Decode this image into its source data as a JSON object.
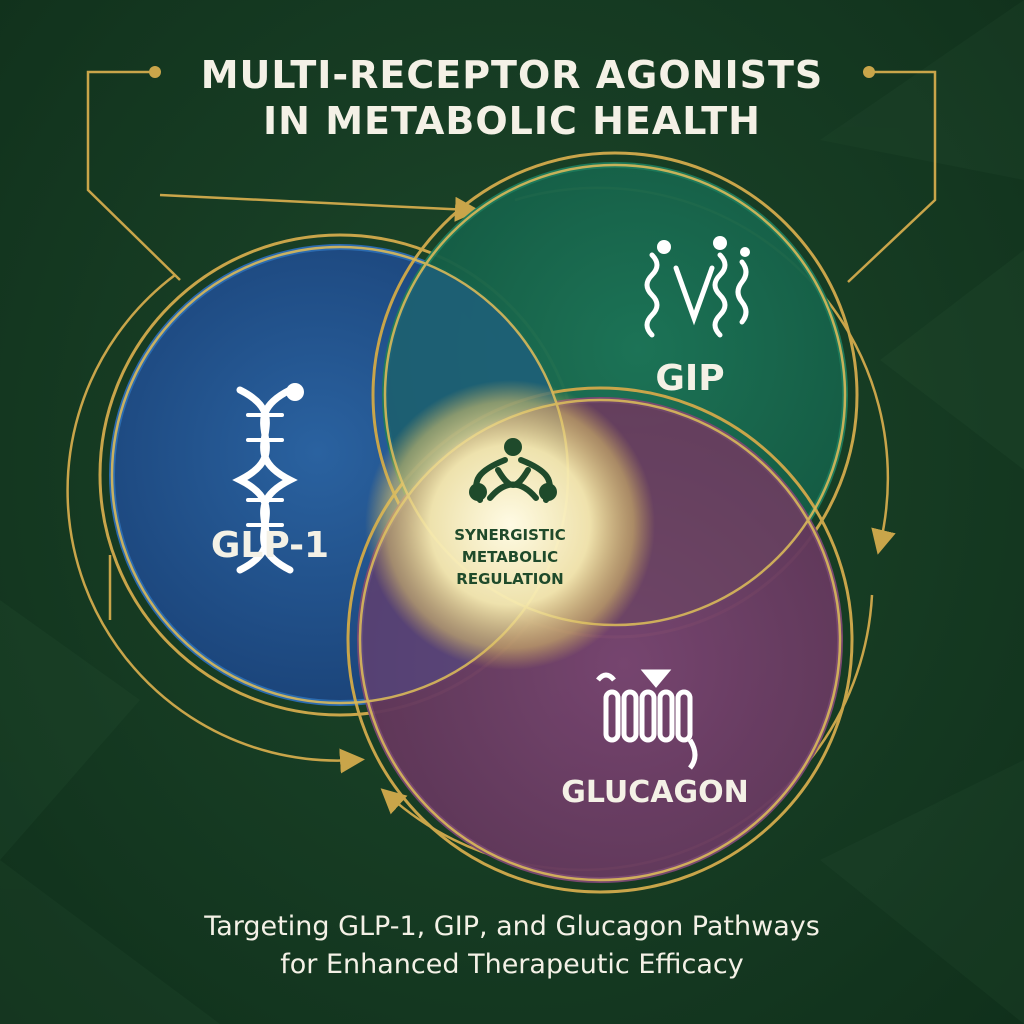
{
  "title": {
    "line1": "MULTI-RECEPTOR AGONISTS",
    "line2": "IN METABOLIC HEALTH"
  },
  "circles": [
    {
      "label": "GLP-1",
      "color": "#1f4f86",
      "icon": "dna-helix-icon"
    },
    {
      "label": "GIP",
      "color": "#16664d",
      "icon": "protein-structure-icon"
    },
    {
      "label": "GLUCAGON",
      "color": "#6e3f66",
      "icon": "receptor-helices-icon"
    }
  ],
  "center": {
    "line1": "SYNERGISTIC",
    "line2": "METABOLIC",
    "line3": "REGULATION",
    "icon": "triad-network-icon"
  },
  "subtitle": {
    "line1": "Targeting GLP-1, GIP, and Glucagon Pathways",
    "line2": "for Enhanced Therapeutic Efficacy"
  },
  "colors": {
    "background": "#173d24",
    "gold": "#c9a54a",
    "text": "#f4f1e6",
    "center_text": "#1f4a2b"
  }
}
